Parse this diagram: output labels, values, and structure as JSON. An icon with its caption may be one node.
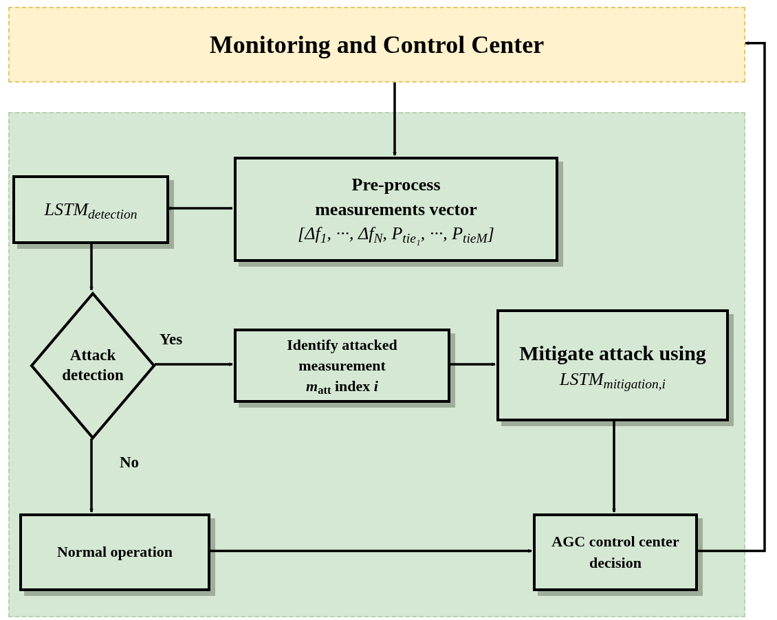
{
  "diagram": {
    "nodes": [
      {
        "text": [
          "Monitoring and Control Center"
        ]
      },
      {
        "text": [],
        "shape": "box"
      },
      {
        "text": [
          "Pre-process measurements vector",
          "[Δf$_{1}$, ···, Δf$_{N}$, P$_{tie₁}$, ···, P$_{tieM}$]"
        ],
        "in": 1
      },
      {
        "text": [
          "LSTM$_{detection}$"
        ],
        "in": 1
      },
      {
        "text": [
          "Attack detection"
        ],
        "in": 1
      },
      {
        "text": [
          "Identify attacked measurement",
          "*m*$_{att}$ index *i*"
        ],
        "in": 1
      },
      {
        "text": [
          "Mitigate attack using",
          "LSTM$_{mitigation,i}$"
        ],
        "in": 1
      },
      {
        "text": [
          "Normal operation"
        ],
        "in": 1
      },
      {
        "text": [
          "AGC control center decision"
        ],
        "in": 1
      }
    ],
    "edges": [
      {
        "from": 0,
        "to": 2,
        "arrow": "to"
      },
      {
        "from": 2,
        "to": 3,
        "arrow": "to"
      },
      {
        "from": 3,
        "to": 4,
        "arrow": "to"
      },
      {
        "from": 4,
        "to": 5,
        "arrow": "to",
        "label": "Yes"
      },
      {
        "from": 5,
        "to": 6,
        "arrow": "to"
      },
      {
        "from": 4,
        "to": 7,
        "arrow": "to",
        "label": "No"
      },
      {
        "from": 6,
        "to": 8,
        "arrow": "to"
      },
      {
        "from": 7,
        "to": 8,
        "arrow": "to"
      },
      {
        "from": 8,
        "to": 0,
        "arrow": "to"
      }
    ]
  }
}
